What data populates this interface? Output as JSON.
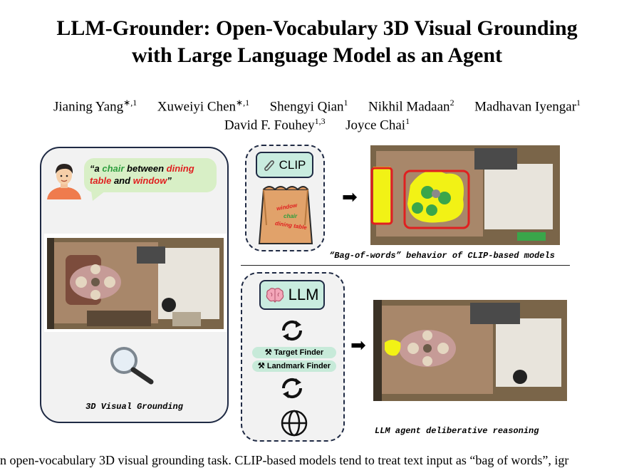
{
  "paper": {
    "title_line1": "LLM-Grounder: Open-Vocabulary 3D Visual Grounding",
    "title_line2": "with Large Language Model as an Agent",
    "authors": [
      {
        "name": "Jianing Yang",
        "aff": "∗,1"
      },
      {
        "name": "Xuweiyi Chen",
        "aff": "∗,1"
      },
      {
        "name": "Shengyi Qian",
        "aff": "1"
      },
      {
        "name": "Nikhil Madaan",
        "aff": "2"
      },
      {
        "name": "Madhavan Iyengar",
        "aff": "1"
      },
      {
        "name": "David F. Fouhey",
        "aff": "1,3"
      },
      {
        "name": "Joyce Chai",
        "aff": "1"
      }
    ]
  },
  "figure": {
    "query": {
      "quote_open": "“a ",
      "w1": "chair",
      "w2": " between ",
      "w3": "dining table",
      "w4": " and ",
      "w5": "window",
      "quote_close": "”"
    },
    "left_caption": "3D Visual Grounding",
    "clip_label": "CLIP",
    "bag_words": [
      "window",
      "chair",
      "dining table"
    ],
    "top_caption": "“Bag-of-words” behavior of CLIP-based models",
    "llm_label": "LLM",
    "tools": [
      "Target Finder",
      "Landmark Finder"
    ],
    "bottom_caption": "LLM agent deliberative reasoning",
    "colors": {
      "chair": "#2e9e3e",
      "dining_table": "#e02020",
      "window": "#e02020",
      "panel_border": "#1f2a44",
      "bubble": "#d8efc6",
      "tag": "#c9ecdf",
      "highlight_yellow": "#f2f215"
    }
  },
  "caption_fragment": "n open-vocabulary 3D visual grounding task. CLIP-based models tend to treat text input as “bag of words”, igr"
}
